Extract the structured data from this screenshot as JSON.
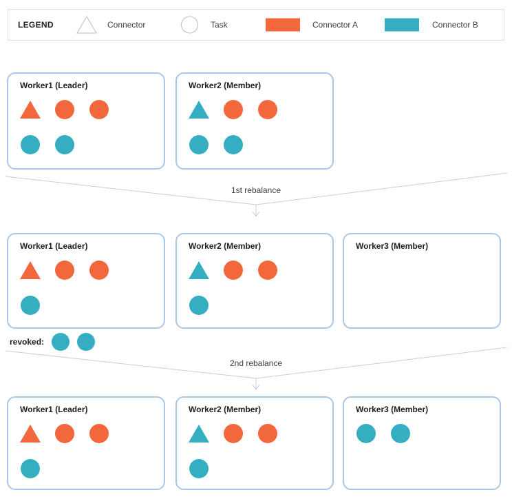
{
  "legend": {
    "title": "LEGEND",
    "items": [
      {
        "icon": "connector-triangle-outline-icon",
        "shape": "triangle-outline",
        "label": "Connector"
      },
      {
        "icon": "task-circle-outline-icon",
        "shape": "circle-outline",
        "label": "Task"
      },
      {
        "icon": "connector-a-swatch",
        "shape": "swatch",
        "color": "#F2673C",
        "label": "Connector A"
      },
      {
        "icon": "connector-b-swatch",
        "shape": "swatch",
        "color": "#36AEC1",
        "label": "Connector B"
      }
    ]
  },
  "colors": {
    "connector_a": "#F2673C",
    "connector_b": "#36AEC1",
    "worker_border": "#A9C7E9",
    "legend_border": "#E2E3E7",
    "outline_shape": "#B9BCCF",
    "flow_line": "#C9CCE3"
  },
  "stages": [
    {
      "workers": [
        {
          "title": "Worker1 (Leader)",
          "shape_rows": [
            [
              "connector-a",
              "task-a",
              "task-a"
            ],
            [
              "task-b",
              "task-b"
            ]
          ]
        },
        {
          "title": "Worker2 (Member)",
          "shape_rows": [
            [
              "connector-b",
              "task-a",
              "task-a"
            ],
            [
              "task-b",
              "task-b"
            ]
          ]
        }
      ]
    },
    {
      "workers": [
        {
          "title": "Worker1 (Leader)",
          "shape_rows": [
            [
              "connector-a",
              "task-a",
              "task-a"
            ],
            [
              "task-b"
            ]
          ]
        },
        {
          "title": "Worker2 (Member)",
          "shape_rows": [
            [
              "connector-b",
              "task-a",
              "task-a"
            ],
            [
              "task-b"
            ]
          ]
        },
        {
          "title": "Worker3 (Member)",
          "shape_rows": [
            [],
            []
          ]
        }
      ]
    },
    {
      "workers": [
        {
          "title": "Worker1 (Leader)",
          "shape_rows": [
            [
              "connector-a",
              "task-a",
              "task-a"
            ],
            [
              "task-b"
            ]
          ]
        },
        {
          "title": "Worker2 (Member)",
          "shape_rows": [
            [
              "connector-b",
              "task-a",
              "task-a"
            ],
            [
              "task-b"
            ]
          ]
        },
        {
          "title": "Worker3 (Member)",
          "shape_rows": [
            [
              "task-b",
              "task-b"
            ]
          ]
        }
      ]
    }
  ],
  "transitions": [
    {
      "label": "1st rebalance"
    },
    {
      "label": "2nd rebalance"
    }
  ],
  "revoked": {
    "label": "revoked:",
    "shapes": [
      "task-b",
      "task-b"
    ]
  }
}
